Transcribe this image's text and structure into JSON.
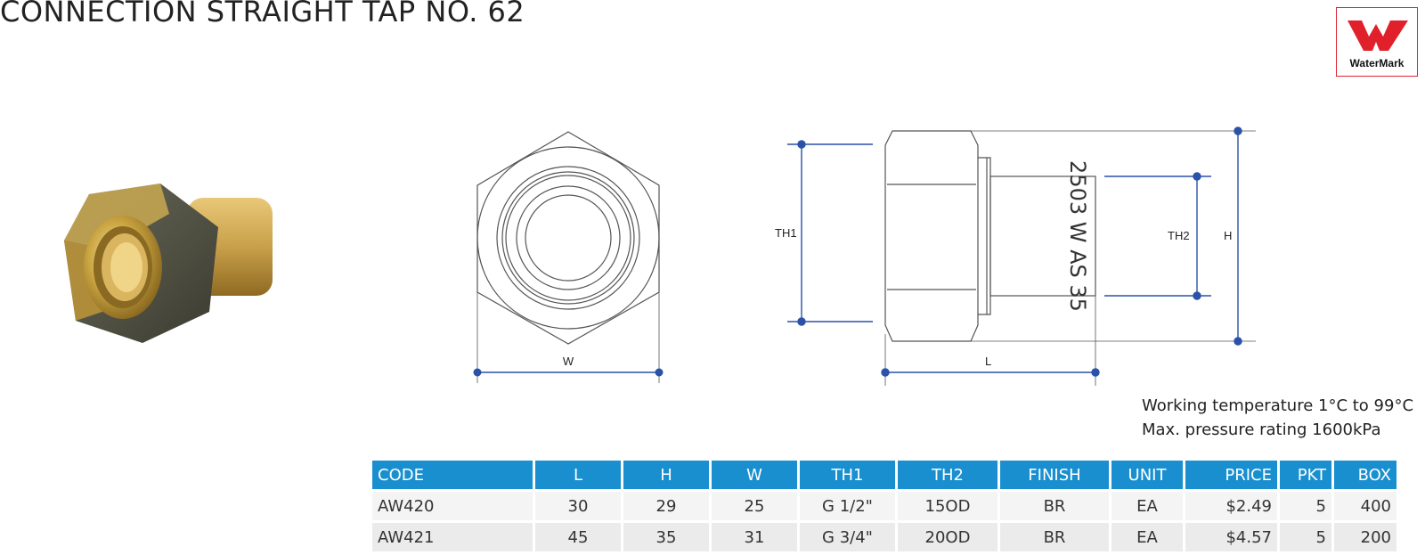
{
  "title": "CONNECTION STRAIGHT TAP NO. 62",
  "logo": {
    "text": "WaterMark",
    "icon": "watermark-logo-icon",
    "color": "#e0202a"
  },
  "drawing": {
    "front": {
      "w_label": "W"
    },
    "side": {
      "th1_label": "TH1",
      "th2_label": "TH2",
      "h_label": "H",
      "l_label": "L",
      "engraving": "2503 W AS 35"
    },
    "dimension_color": "#2a52a8"
  },
  "specs": {
    "temperature": "Working temperature 1°C to 99°C",
    "pressure": "Max. pressure rating 1600kPa"
  },
  "table": {
    "header_color": "#1a8fd0",
    "columns": [
      "CODE",
      "L",
      "H",
      "W",
      "TH1",
      "TH2",
      "FINISH",
      "UNIT",
      "PRICE",
      "PKT",
      "BOX"
    ],
    "rows": [
      [
        "AW420",
        "30",
        "29",
        "25",
        "G 1/2\"",
        "15OD",
        "BR",
        "EA",
        "$2.49",
        "5",
        "400"
      ],
      [
        "AW421",
        "45",
        "35",
        "31",
        "G 3/4\"",
        "20OD",
        "BR",
        "EA",
        "$4.57",
        "5",
        "200"
      ]
    ]
  }
}
